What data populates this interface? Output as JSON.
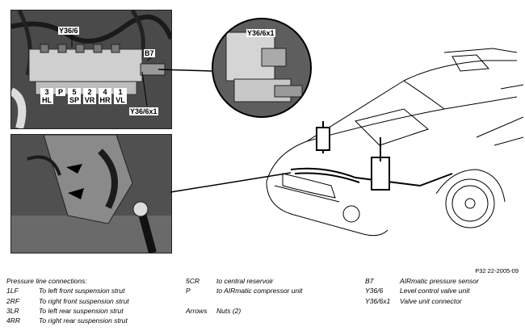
{
  "labels": {
    "y36_6": "Y36/6",
    "b7": "B7",
    "y36_6x1": "Y36/6x1",
    "ports": [
      {
        "num": "3",
        "code": "HL"
      },
      {
        "num": "P",
        "code": ""
      },
      {
        "num": "5",
        "code": "SP"
      },
      {
        "num": "2",
        "code": "VR"
      },
      {
        "num": "4",
        "code": "HR"
      },
      {
        "num": "1",
        "code": "VL"
      }
    ],
    "zoom_label": "Y36/6x1"
  },
  "figure_ref": "P32 22-2005-09",
  "legend": {
    "heading": "Pressure line connections:",
    "col1": [
      {
        "code": "1LF",
        "text": "To left front suspension strut"
      },
      {
        "code": "2RF",
        "text": "To right front suspension strut"
      },
      {
        "code": "3LR",
        "text": "To left rear suspension strut"
      },
      {
        "code": "4RR",
        "text": "To right rear suspension strut"
      }
    ],
    "col2": [
      {
        "code": "5CR",
        "text": "to central reservoir"
      },
      {
        "code": "P",
        "text": "to AIRmatic compressor unit"
      },
      {
        "code": "Arrows",
        "text": "Nuts (2)"
      }
    ],
    "col3": [
      {
        "code": "B7",
        "text": "AIRmatic pressure sensor"
      },
      {
        "code": "Y36/6",
        "text": "Level control valve unit"
      },
      {
        "code": "Y36/6x1",
        "text": "Valve unit connector"
      }
    ]
  }
}
